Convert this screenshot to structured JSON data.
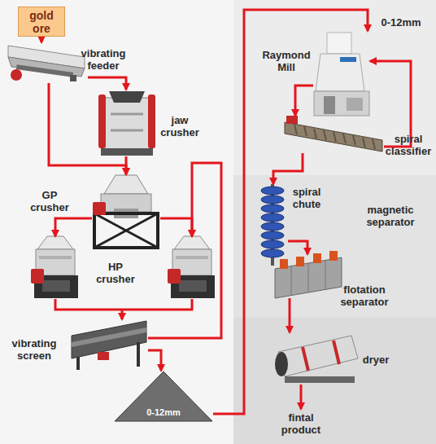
{
  "diagram": {
    "nodes": [
      {
        "text": [
          "gold ore"
        ]
      },
      {
        "text": [
          "vibrating feeder"
        ]
      },
      {
        "text": [
          "jaw crusher"
        ]
      },
      {
        "text": [
          "GP crusher"
        ]
      },
      {
        "text": [
          "HP crusher"
        ]
      },
      {
        "text": [
          "vibrating screen"
        ]
      },
      {
        "text": [
          "0-12mm"
        ]
      },
      {
        "text": [
          "Raymond Mill"
        ]
      },
      {
        "text": [
          "spiral classifier"
        ]
      },
      {
        "text": [
          "spiral chute"
        ]
      },
      {
        "text": [
          "flotation separator"
        ]
      },
      {
        "text": [
          "dryer"
        ]
      },
      {
        "text": [
          "fintal product"
        ]
      }
    ],
    "edges": [
      {
        "from": 0,
        "to": 1,
        "arrow": "to"
      },
      {
        "from": 1,
        "to": 2,
        "arrow": "to"
      },
      {
        "from": 1,
        "to": 3,
        "arrow": "to"
      },
      {
        "from": 2,
        "to": 3,
        "arrow": "to"
      },
      {
        "from": 3,
        "to": 4,
        "arrow": "to"
      },
      {
        "from": 3,
        "to": 4,
        "arrow": "to"
      },
      {
        "from": 4,
        "to": 5,
        "arrow": "to"
      },
      {
        "from": 5,
        "to": 4,
        "arrow": "to"
      },
      {
        "from": 5,
        "to": 6,
        "arrow": "to"
      },
      {
        "from": 6,
        "to": 7,
        "arrow": "to"
      },
      {
        "from": 7,
        "to": 8,
        "arrow": "to"
      },
      {
        "from": 8,
        "to": 7,
        "arrow": "to"
      },
      {
        "from": 8,
        "to": 9,
        "arrow": "to"
      },
      {
        "from": 9,
        "to": 10,
        "arrow": "to"
      },
      {
        "from": 10,
        "to": 11,
        "arrow": "to"
      },
      {
        "from": 11,
        "to": 12,
        "arrow": "to"
      }
    ],
    "labels": [
      "0-12mm",
      "magnetic separator"
    ]
  }
}
